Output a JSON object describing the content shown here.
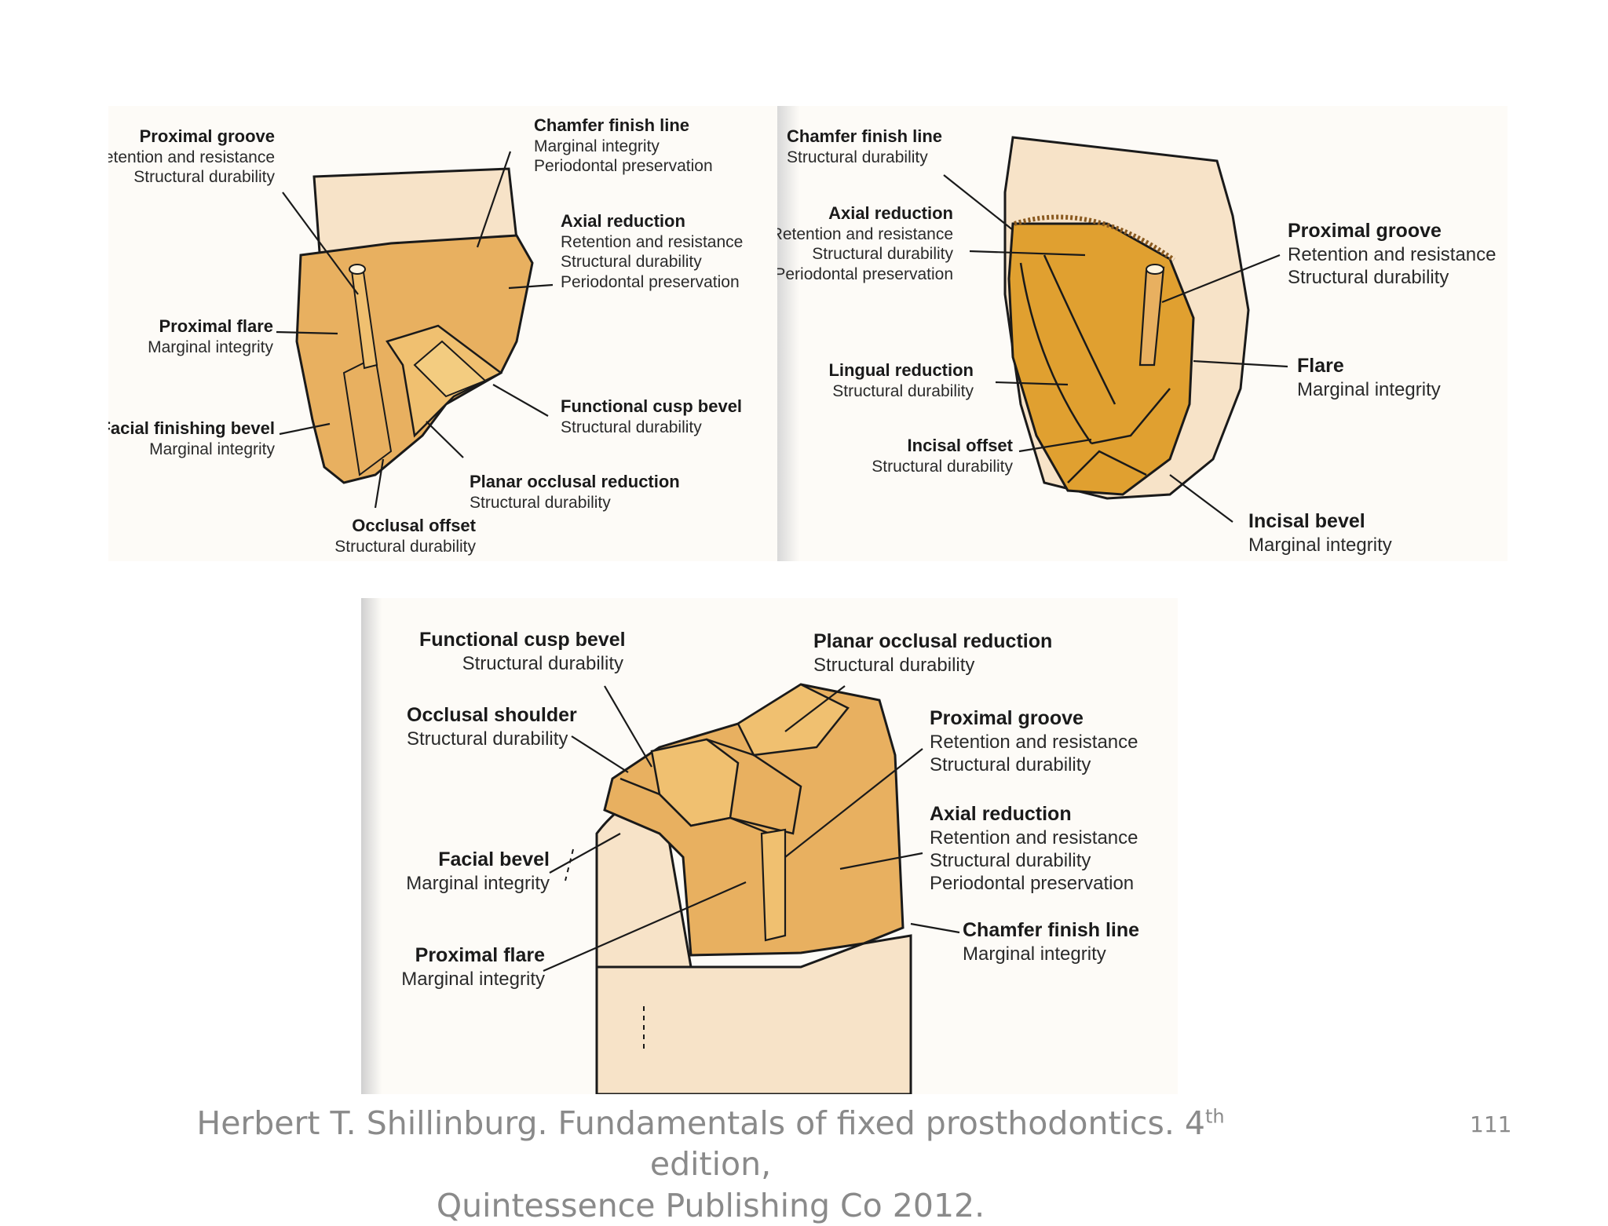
{
  "figure_a": {
    "labels": [
      {
        "title": "Proximal groove",
        "lines": [
          "Retention and resistance",
          "Structural durability"
        ]
      },
      {
        "title": "Chamfer finish line",
        "lines": [
          "Marginal integrity",
          "Periodontal preservation"
        ]
      },
      {
        "title": "Axial reduction",
        "lines": [
          "Retention and resistance",
          "Structural durability",
          "Periodontal preservation"
        ]
      },
      {
        "title": "Proximal flare",
        "lines": [
          "Marginal integrity"
        ]
      },
      {
        "title": "Functional cusp bevel",
        "lines": [
          "Structural durability"
        ]
      },
      {
        "title": "Facial finishing bevel",
        "lines": [
          "Marginal integrity"
        ]
      },
      {
        "title": "Planar occlusal reduction",
        "lines": [
          "Structural durability"
        ]
      },
      {
        "title": "Occlusal offset",
        "lines": [
          "Structural durability"
        ]
      }
    ]
  },
  "figure_b": {
    "labels": [
      {
        "title": "Chamfer finish line",
        "lines": [
          "Structural durability"
        ]
      },
      {
        "title": "Axial reduction",
        "lines": [
          "Retention and resistance",
          "Structural durability",
          "Periodontal preservation"
        ]
      },
      {
        "title": "Proximal groove",
        "lines": [
          "Retention and resistance",
          "Structural durability"
        ]
      },
      {
        "title": "Lingual reduction",
        "lines": [
          "Structural durability"
        ]
      },
      {
        "title": "Flare",
        "lines": [
          "Marginal integrity"
        ]
      },
      {
        "title": "Incisal offset",
        "lines": [
          "Structural durability"
        ]
      },
      {
        "title": "Incisal bevel",
        "lines": [
          "Marginal integrity"
        ]
      }
    ]
  },
  "figure_c": {
    "labels": [
      {
        "title": "Functional cusp bevel",
        "lines": [
          "Structural durability"
        ]
      },
      {
        "title": "Planar occlusal reduction",
        "lines": [
          "Structural durability"
        ]
      },
      {
        "title": "Occlusal shoulder",
        "lines": [
          "Structural durability"
        ]
      },
      {
        "title": "Proximal groove",
        "lines": [
          "Retention and resistance",
          "Structural durability"
        ]
      },
      {
        "title": "Axial reduction",
        "lines": [
          "Retention and resistance",
          "Structural durability",
          "Periodontal preservation"
        ]
      },
      {
        "title": "Facial bevel",
        "lines": [
          "Marginal integrity"
        ]
      },
      {
        "title": "Chamfer finish line",
        "lines": [
          "Marginal integrity"
        ]
      },
      {
        "title": "Proximal flare",
        "lines": [
          "Marginal integrity"
        ]
      }
    ]
  },
  "citation": {
    "line1_before": "Herbert T. Shillinburg. Fundamentals of fixed prosthodontics. 4",
    "superscript": "th",
    "line1_after": " edition,",
    "line2": "Quintessence Publishing Co 2012."
  },
  "page_number": "111",
  "colors": {
    "prep": "#e8b060",
    "prep_dark": "#e0a030",
    "tooth": "#f7e3c8",
    "outline": "#1a1a1a"
  }
}
